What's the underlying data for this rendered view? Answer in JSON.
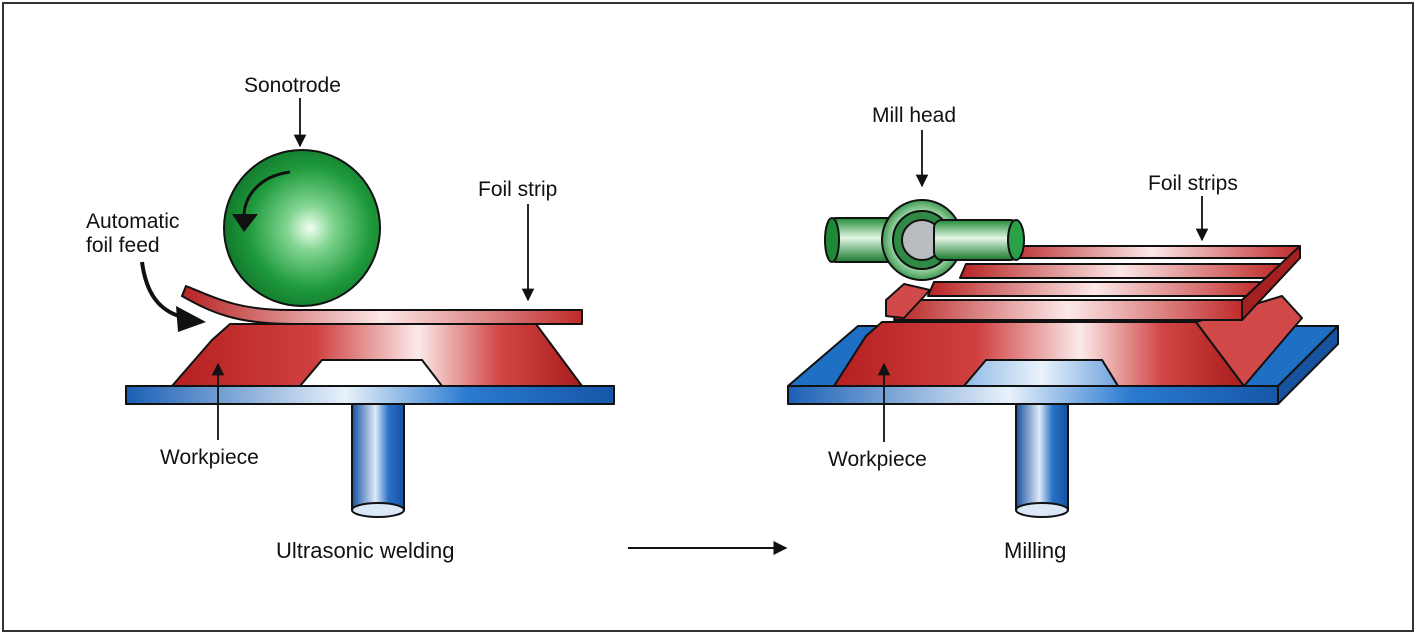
{
  "left_panel": {
    "labels": {
      "sonotrode": "Sonotrode",
      "foil_feed_line1": "Automatic",
      "foil_feed_line2": "foil feed",
      "foil_strip": "Foil strip",
      "workpiece": "Workpiece"
    },
    "caption": "Ultrasonic welding"
  },
  "right_panel": {
    "labels": {
      "mill_head": "Mill head",
      "foil_strips": "Foil strips",
      "workpiece": "Workpiece"
    },
    "caption": "Milling"
  },
  "colors": {
    "workpiece_red": "#c42a2a",
    "table_blue": "#1f6fc4",
    "sonotrode_green": "#1e9a3c",
    "outline": "#111111"
  }
}
